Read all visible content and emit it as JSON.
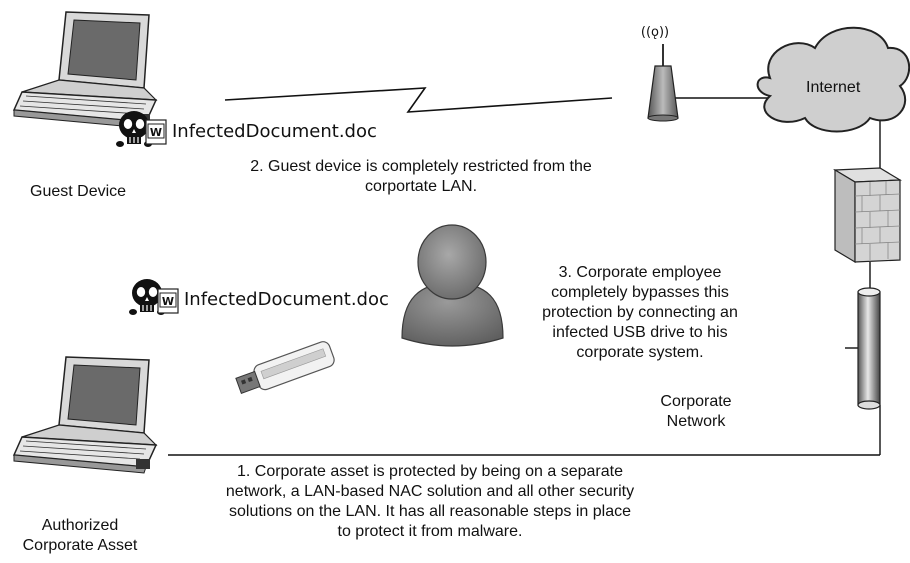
{
  "labels": {
    "guest_device": "Guest Device",
    "authorized_asset_line1": "Authorized",
    "authorized_asset_line2": "Corporate Asset",
    "internet": "Internet",
    "corporate_network_line1": "Corporate",
    "corporate_network_line2": "Network"
  },
  "files": {
    "guest_file": "InfectedDocument.doc",
    "usb_file": "InfectedDocument.doc"
  },
  "notes": {
    "note1_lines": [
      "1. Corporate asset is protected by being on a separate",
      "network, a LAN-based NAC solution and all other security",
      "solutions on the LAN. It has all reasonable steps in place",
      "to protect it from malware."
    ],
    "note2_lines": [
      "2. Guest device is completely restricted from the",
      "corportate LAN."
    ],
    "note3_lines": [
      "3. Corporate employee",
      "completely bypasses this",
      "protection by connecting an",
      "infected USB drive to his",
      "corporate system."
    ]
  },
  "icons": {
    "guest_laptop": "laptop-icon",
    "corporate_laptop": "laptop-icon",
    "wireless_antenna": "antenna-icon",
    "internet_cloud": "cloud-icon",
    "firewall": "firewall-icon",
    "network_backbone": "cylinder-icon",
    "employee": "person-icon",
    "usb_drive": "usb-drive-icon",
    "skull": "skull-icon",
    "word_document": "word-document-icon"
  }
}
